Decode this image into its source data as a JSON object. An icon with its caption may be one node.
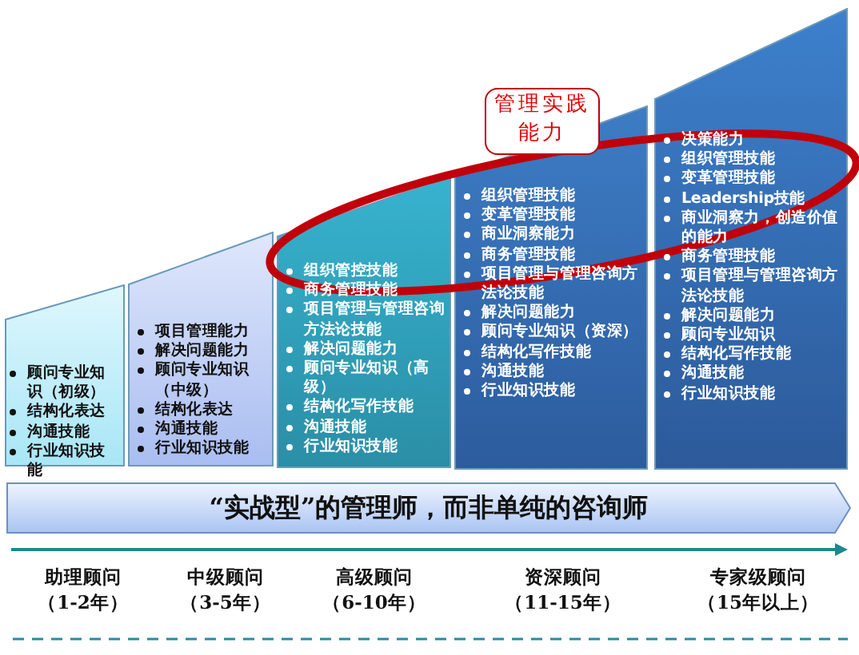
{
  "diagram": {
    "nodes": [
      {
        "text": [
          "顾问专业知识（初级）",
          "结构化表达",
          "沟通技能",
          "行业知识技能"
        ]
      },
      {
        "text": [
          "项目管理能力",
          "解决问题能力",
          "顾问专业知识（中级）",
          "结构化表达",
          "沟通技能",
          "行业知识技能"
        ]
      },
      {
        "text": [
          "组织管控技能",
          "商务管理技能",
          "项目管理与管理咨询方法论技能",
          "解决问题能力",
          "顾问专业知识（高级）",
          "结构化写作技能",
          "沟通技能",
          "行业知识技能"
        ]
      },
      {
        "text": [
          "组织管理技能",
          "变革管理技能",
          "商业洞察能力",
          "商务管理技能",
          "项目管理与管理咨询方法论技能",
          "解决问题能力",
          "顾问专业知识（资深）",
          "结构化写作技能",
          "沟通技能",
          "行业知识技能"
        ]
      },
      {
        "text": [
          "决策能力",
          "组织管理技能",
          "变革管理技能",
          "Leadership技能",
          "商业洞察力，创造价值的能力",
          "商务管理技能",
          "项目管理与管理咨询方法论技能",
          "解决问题能力",
          "顾问专业知识",
          "结构化写作技能",
          "沟通技能",
          "行业知识技能"
        ]
      },
      {
        "text": [
          "管理实践能力"
        ]
      },
      {
        "text": [
          "“实战型”的管理师，而非单纯的咨询师"
        ]
      }
    ],
    "labels": [
      "助理顾问",
      "（1-2年）",
      "中级顾问",
      "（3-5年）",
      "高级顾问",
      "（6-10年）",
      "资深顾问",
      "（11-15年）",
      "专家级顾问",
      "（15年以上）"
    ]
  }
}
